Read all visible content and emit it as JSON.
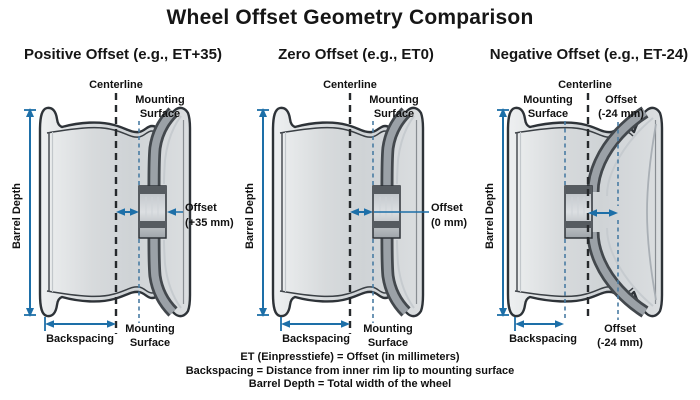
{
  "title": "Wheel Offset Geometry Comparison",
  "colors": {
    "arrow": "#1d6fa8",
    "centerline_dash": "#26292c",
    "mounting_dash": "#4a7ca3",
    "outline": "#2e3338"
  },
  "panels": [
    {
      "title": "Positive Offset (e.g., ET+35)",
      "labels": {
        "centerline": "Centerline",
        "mounting_top_1": "Mounting",
        "mounting_top_2": "Surface",
        "offset_1": "Offset",
        "offset_2": "(+35 mm)",
        "barrel_depth": "Barrel Depth",
        "backspacing": "Backspacing",
        "mounting_bottom_1": "Mounting",
        "mounting_bottom_2": "Surface"
      }
    },
    {
      "title": "Zero Offset (e.g., ET0)",
      "labels": {
        "centerline": "Centerline",
        "mounting_top_1": "Mounting",
        "mounting_top_2": "Surface",
        "offset_1": "Offset",
        "offset_2": "(0 mm)",
        "barrel_depth": "Barrel Depth",
        "backspacing": "Backspacing",
        "mounting_bottom_1": "Mounting",
        "mounting_bottom_2": "Surface"
      }
    },
    {
      "title": "Negative Offset (e.g., ET-24)",
      "labels": {
        "centerline": "Centerline",
        "mounting_top_1": "Mounting",
        "mounting_top_2": "Surface",
        "offset_top_1": "Offset",
        "offset_top_2": "(-24 mm)",
        "offset_bottom_1": "Offset",
        "offset_bottom_2": "(-24 mm)",
        "barrel_depth": "Barrel Depth",
        "backspacing": "Backspacing"
      }
    }
  ],
  "legend": {
    "line1": "ET (Einpresstiefe) = Offset (in millimeters)",
    "line2": "Backspacing = Distance from inner rim lip to mounting surface",
    "line3": "Barrel Depth = Total width of the wheel"
  }
}
